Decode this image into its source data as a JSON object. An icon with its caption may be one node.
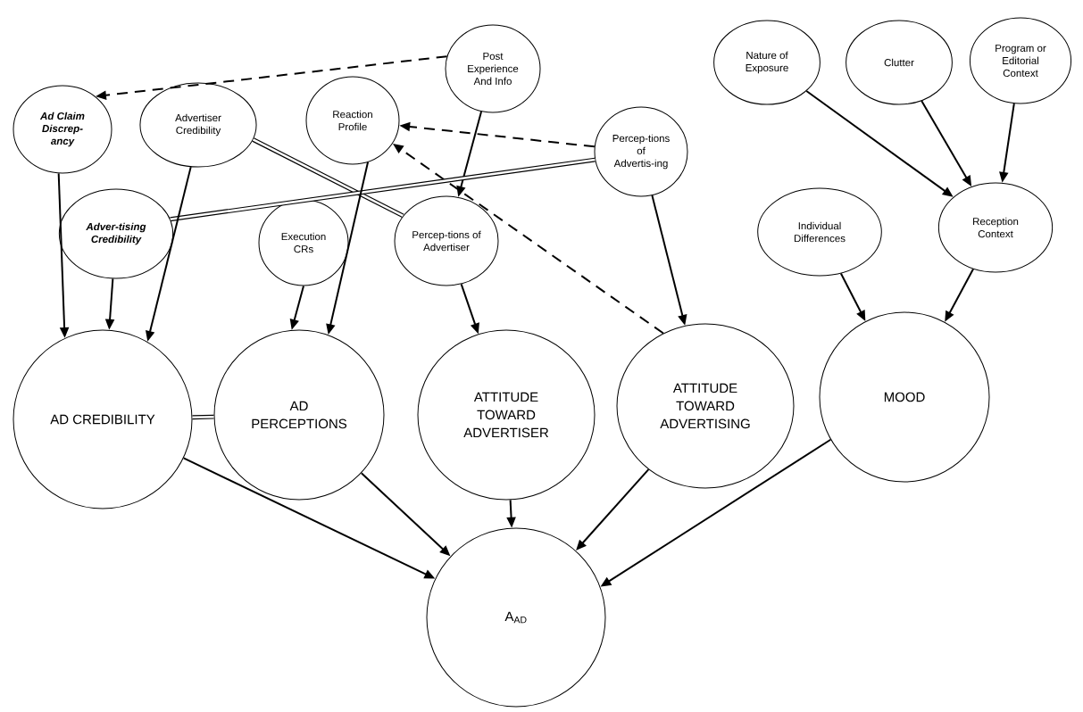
{
  "diagram": {
    "nodes": [
      {
        "text": [
          "Post Experience And Info"
        ]
      },
      {
        "text": [
          "Ad Claim Discrep-ancy"
        ]
      },
      {
        "text": [
          "Advertiser Credibility"
        ]
      },
      {
        "text": [
          "Reaction Profile"
        ]
      },
      {
        "text": [
          "Percep-tions of Advertis-ing"
        ]
      },
      {
        "text": [
          "Nature of Exposure"
        ]
      },
      {
        "text": [
          "Clutter"
        ]
      },
      {
        "text": [
          "Program or Editorial Context"
        ]
      },
      {
        "text": [
          "Adver-tising Credibility"
        ]
      },
      {
        "text": [
          "Execution CRs"
        ]
      },
      {
        "text": [
          "Percep-tions of Advertiser"
        ]
      },
      {
        "text": [
          "Individual Differences"
        ]
      },
      {
        "text": [
          "Reception Context"
        ]
      },
      {
        "text": [
          "AD CREDIBILITY"
        ]
      },
      {
        "text": [
          "AD PERCEPTIONS"
        ]
      },
      {
        "text": [
          "ATTITUDE TOWARD ADVERTISER"
        ]
      },
      {
        "text": [
          "ATTITUDE TOWARD ADVERTISING"
        ]
      },
      {
        "text": [
          "MOOD"
        ]
      },
      {
        "text": [
          "A$_{AD}$"
        ]
      }
    ],
    "edges": [
      {
        "from": 0,
        "to": 1,
        "arrow": "to",
        "style": "dashed"
      },
      {
        "from": 0,
        "to": 10,
        "arrow": "to"
      },
      {
        "from": 4,
        "to": 3,
        "arrow": "to",
        "style": "dashed"
      },
      {
        "from": 16,
        "to": 3,
        "arrow": "to",
        "style": "dashed"
      },
      {
        "from": 2,
        "to": 10,
        "arrow": "none",
        "style": "thick"
      },
      {
        "from": 8,
        "to": 4,
        "arrow": "none",
        "style": "thick"
      },
      {
        "from": 13,
        "to": 14,
        "arrow": "none",
        "style": "thick"
      },
      {
        "from": 1,
        "to": 13,
        "arrow": "to"
      },
      {
        "from": 2,
        "to": 13,
        "arrow": "to"
      },
      {
        "from": 8,
        "to": 13,
        "arrow": "to"
      },
      {
        "from": 9,
        "to": 14,
        "arrow": "to"
      },
      {
        "from": 3,
        "to": 14,
        "arrow": "to"
      },
      {
        "from": 10,
        "to": 15,
        "arrow": "to"
      },
      {
        "from": 4,
        "to": 16,
        "arrow": "to"
      },
      {
        "from": 5,
        "to": 12,
        "arrow": "to"
      },
      {
        "from": 6,
        "to": 12,
        "arrow": "to"
      },
      {
        "from": 7,
        "to": 12,
        "arrow": "to"
      },
      {
        "from": 11,
        "to": 17,
        "arrow": "to"
      },
      {
        "from": 12,
        "to": 17,
        "arrow": "to"
      },
      {
        "from": 13,
        "to": 18,
        "arrow": "to"
      },
      {
        "from": 14,
        "to": 18,
        "arrow": "to"
      },
      {
        "from": 15,
        "to": 18,
        "arrow": "to"
      },
      {
        "from": 16,
        "to": 18,
        "arrow": "to"
      },
      {
        "from": 17,
        "to": 18,
        "arrow": "to"
      }
    ]
  }
}
